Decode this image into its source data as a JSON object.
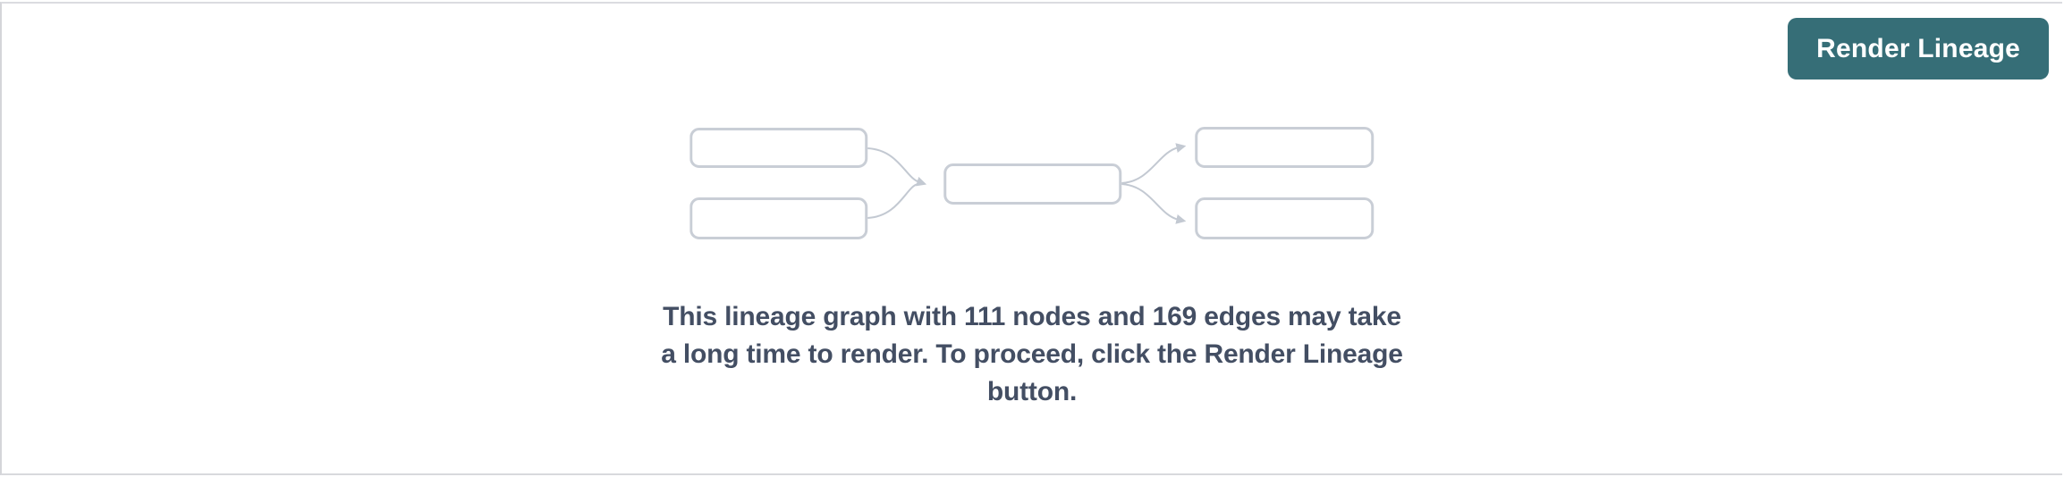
{
  "header": {
    "render_button_label": "Render Lineage"
  },
  "empty_state": {
    "node_count": 111,
    "edge_count": 169,
    "message_lines": [
      "This lineage graph with 111 nodes and 169 edges may take",
      "a long time to render. To proceed, click the Render Lineage",
      "button."
    ]
  },
  "illustration": {
    "name": "mini-lineage-graph",
    "node_boxes": 5,
    "layout": "2 source nodes -> 1 middle node -> 2 target nodes"
  },
  "colors": {
    "button_bg": "#366E77",
    "button_text": "#FFFFFF",
    "message_text": "#434E63",
    "diagram_stroke": "#C9CED6",
    "arrow_stroke": "#C3C9D2",
    "panel_border": "#D8D9DD",
    "background": "#FFFFFF"
  }
}
